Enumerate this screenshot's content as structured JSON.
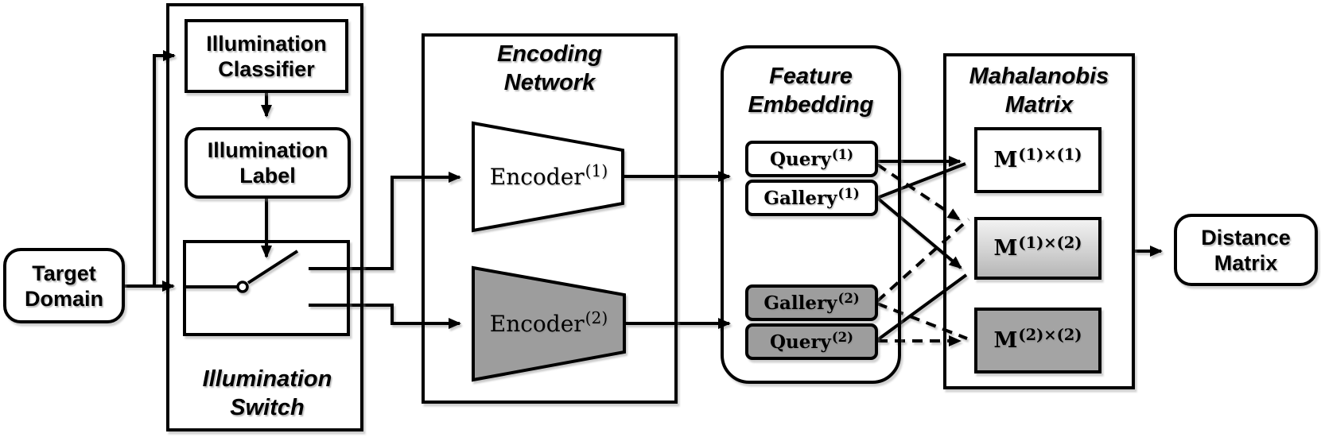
{
  "diagram": {
    "target": {
      "line1": "Target",
      "line2": "Domain"
    },
    "illumination": {
      "classifier": {
        "line1": "Illumination",
        "line2": "Classifier"
      },
      "label": {
        "line1": "Illumination",
        "line2": "Label"
      },
      "switch_caption": {
        "line1": "Illumination",
        "line2": "Switch"
      }
    },
    "encoding": {
      "title": {
        "line1": "Encoding",
        "line2": "Network"
      },
      "encoder1": {
        "base": "Encoder",
        "sup": "(1)"
      },
      "encoder2": {
        "base": "Encoder",
        "sup": "(2)"
      }
    },
    "feature": {
      "title": {
        "line1": "Feature",
        "line2": "Embedding"
      },
      "query1": {
        "base": "Query",
        "sup": "(1)"
      },
      "gallery1": {
        "base": "Gallery",
        "sup": "(1)"
      },
      "gallery2": {
        "base": "Gallery",
        "sup": "(2)"
      },
      "query2": {
        "base": "Query",
        "sup": "(2)"
      }
    },
    "mahalanobis": {
      "title": {
        "line1": "Mahalanobis",
        "line2": "Matrix"
      },
      "m11": {
        "base": "M",
        "sup": "(1)×(1)"
      },
      "m12": {
        "base": "M",
        "sup": "(1)×(2)"
      },
      "m22": {
        "base": "M",
        "sup": "(2)×(2)"
      }
    },
    "distance": {
      "line1": "Distance",
      "line2": "Matrix"
    }
  },
  "colors": {
    "ink": "#000000",
    "gray_fill": "#9d9d9d",
    "m22_fill": "#a4a4a4",
    "gradient_top": "#f2f2f2",
    "gradient_bottom": "#b6b6b6"
  }
}
